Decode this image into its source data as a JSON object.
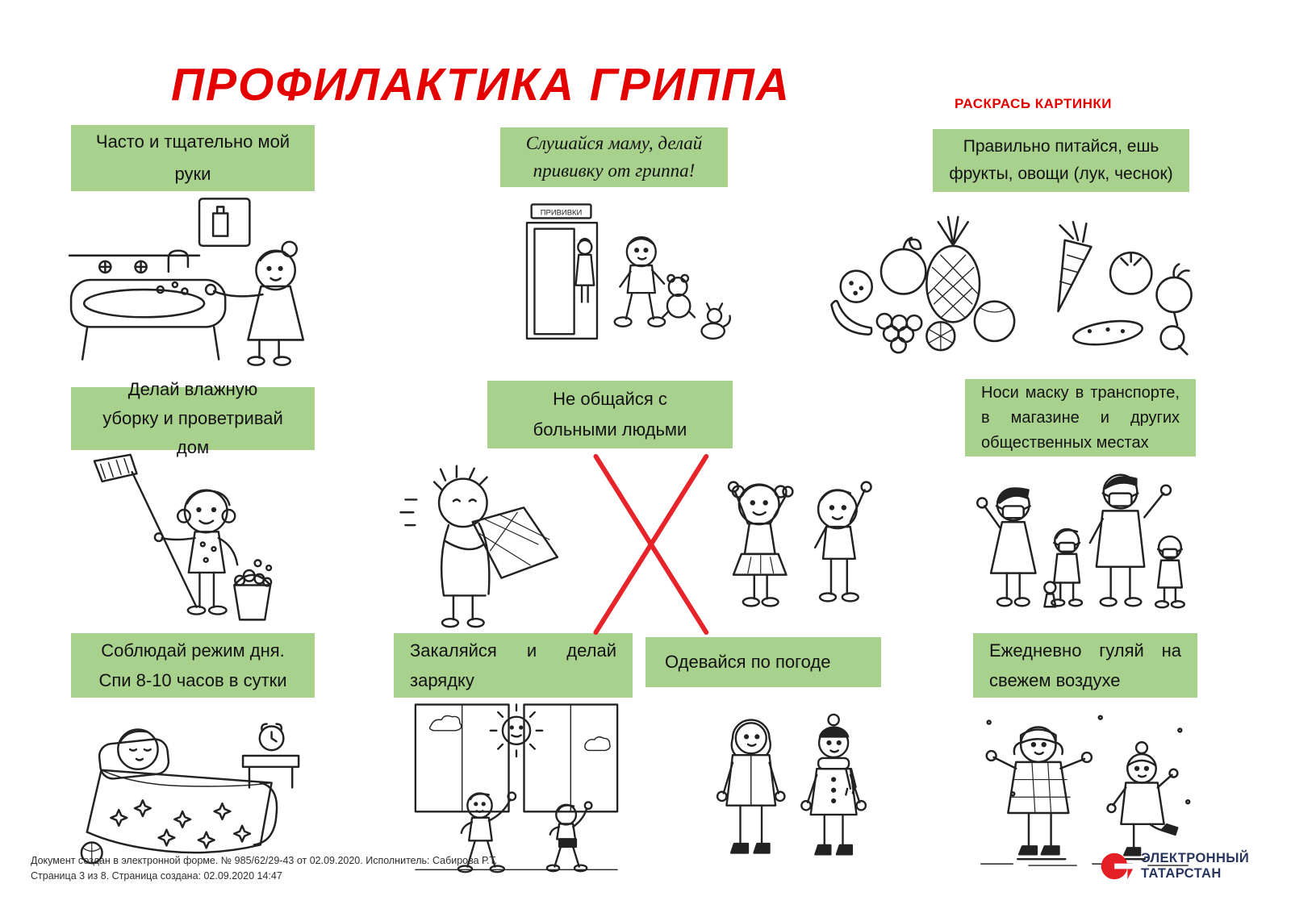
{
  "page": {
    "title": "ПРОФИЛАКТИКА ГРИППА",
    "subtitle": "РАСКРАСЬ КАРТИНКИ"
  },
  "cards": [
    {
      "label": "Часто и тщательно мой руки",
      "illustration": "child-washing-hands"
    },
    {
      "label": "Слушайся маму, делай прививку от гриппа!",
      "illustration": "boy-going-to-vaccination"
    },
    {
      "label": "Правильно питайся, ешь фрукты, овощи (лук, чеснок)",
      "illustration": "fruits-and-vegetables"
    },
    {
      "label": "Делай влажную уборку и проветривай дом",
      "illustration": "girl-cleaning-with-broom"
    },
    {
      "label": "Не общайся с больными людьми",
      "illustration": "sick-person-crossed-out-healthy-kids"
    },
    {
      "label": "Носи маску в транспорте, в магазине и других общественных местах",
      "illustration": "family-wearing-masks"
    },
    {
      "label": "Соблюдай режим дня. Спи 8-10 часов в сутки",
      "illustration": "child-sleeping-in-bed"
    },
    {
      "label": "Закаляйся и делай зарядку",
      "illustration": "children-doing-exercises"
    },
    {
      "label": "Одевайся по погоде",
      "illustration": "children-dressed-for-weather"
    },
    {
      "label": "Ежедневно гуляй на свежем воздухе",
      "illustration": "children-playing-outdoors"
    }
  ],
  "illustrations": {
    "vaccine_sign": "ПРИВИВКИ"
  },
  "footer": {
    "doc_line": "Документ создан в электронной форме. № 985/62/29-43 от 02.09.2020. Исполнитель: Сабирова Р.Т.",
    "page_line": "Страница 3 из 8. Страница создана: 02.09.2020 14:47"
  },
  "logo": {
    "top": "ЭЛЕКТРОННЫЙ",
    "bottom": "ТАТАРСТАН"
  },
  "colors": {
    "accent_red": "#e50000",
    "label_green": "#a9d18e",
    "cross_red": "#e8242b",
    "brand_red": "#e31e24",
    "brand_navy": "#27355f"
  }
}
